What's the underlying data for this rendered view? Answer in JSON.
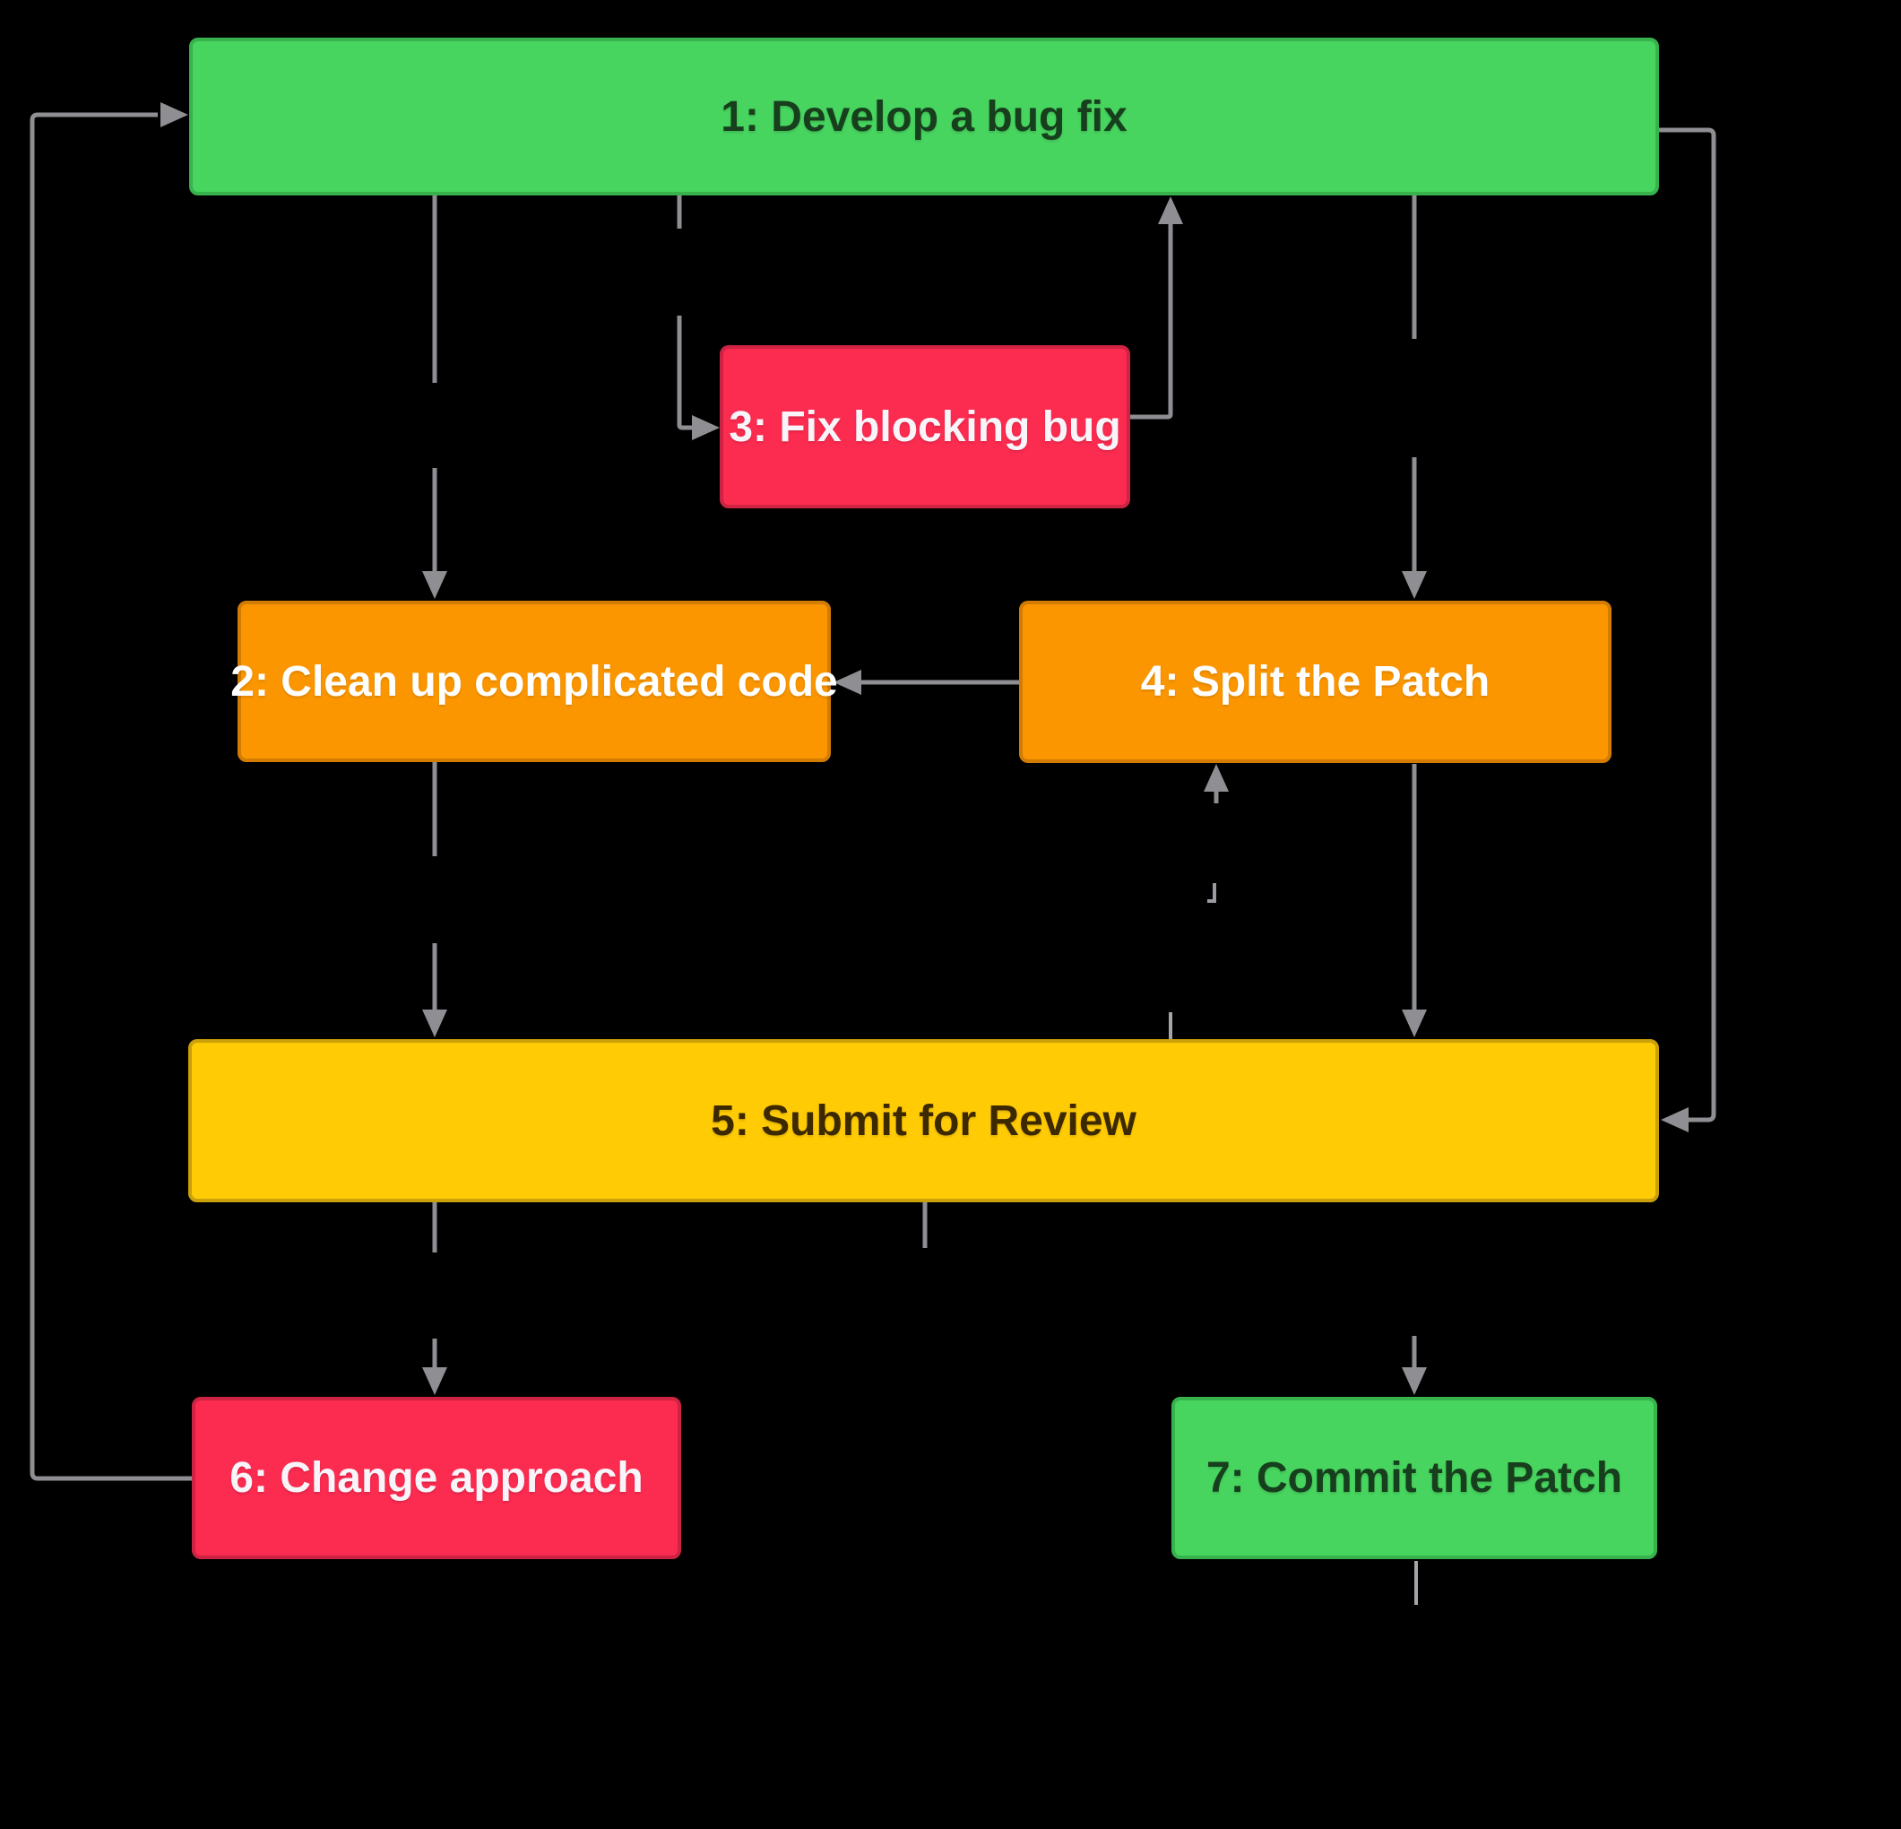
{
  "diagram": {
    "background_color": "#000000",
    "connector_color": "#8E8E93",
    "connector_faint_color": "#A4A4A9",
    "nodes": [
      {
        "id": "develop-bug-fix",
        "label": "1: Develop a bug fix",
        "fill": "#47D45F",
        "border": "#38B24D",
        "text_color": "#173F1D"
      },
      {
        "id": "clean-up-code",
        "label": "2: Clean up complicated code",
        "fill": "#FB9601",
        "border": "#D27C04",
        "text_color": "#FFFFFF"
      },
      {
        "id": "fix-blocking-bug",
        "label": "3: Fix blocking bug",
        "fill": "#FC2B50",
        "border": "#CE2342",
        "text_color": "#F7F5F9"
      },
      {
        "id": "split-the-patch",
        "label": "4: Split the Patch",
        "fill": "#FB9601",
        "border": "#D27C04",
        "text_color": "#FFFFFF"
      },
      {
        "id": "submit-for-review",
        "label": "5: Submit for Review",
        "fill": "#FFCB05",
        "border": "#CBA10B",
        "text_color": "#3D2900"
      },
      {
        "id": "change-approach",
        "label": "6: Change approach",
        "fill": "#FC2B50",
        "border": "#CE2342",
        "text_color": "#F7F5F9"
      },
      {
        "id": "commit-the-patch",
        "label": "7: Commit the Patch",
        "fill": "#47D45F",
        "border": "#38B24D",
        "text_color": "#173F1D"
      }
    ],
    "edges": [
      {
        "from": "develop-bug-fix",
        "to": "clean-up-code"
      },
      {
        "from": "develop-bug-fix",
        "to": "fix-blocking-bug"
      },
      {
        "from": "fix-blocking-bug",
        "to": "develop-bug-fix"
      },
      {
        "from": "develop-bug-fix",
        "to": "split-the-patch"
      },
      {
        "from": "develop-bug-fix",
        "to": "submit-for-review"
      },
      {
        "from": "split-the-patch",
        "to": "clean-up-code"
      },
      {
        "from": "clean-up-code",
        "to": "submit-for-review"
      },
      {
        "from": "submit-for-review",
        "to": "split-the-patch"
      },
      {
        "from": "split-the-patch",
        "to": "submit-for-review"
      },
      {
        "from": "submit-for-review",
        "to": "change-approach"
      },
      {
        "from": "submit-for-review",
        "to": "commit-the-patch"
      },
      {
        "from": "change-approach",
        "to": "develop-bug-fix"
      },
      {
        "from": "commit-the-patch",
        "to": "done"
      }
    ]
  }
}
